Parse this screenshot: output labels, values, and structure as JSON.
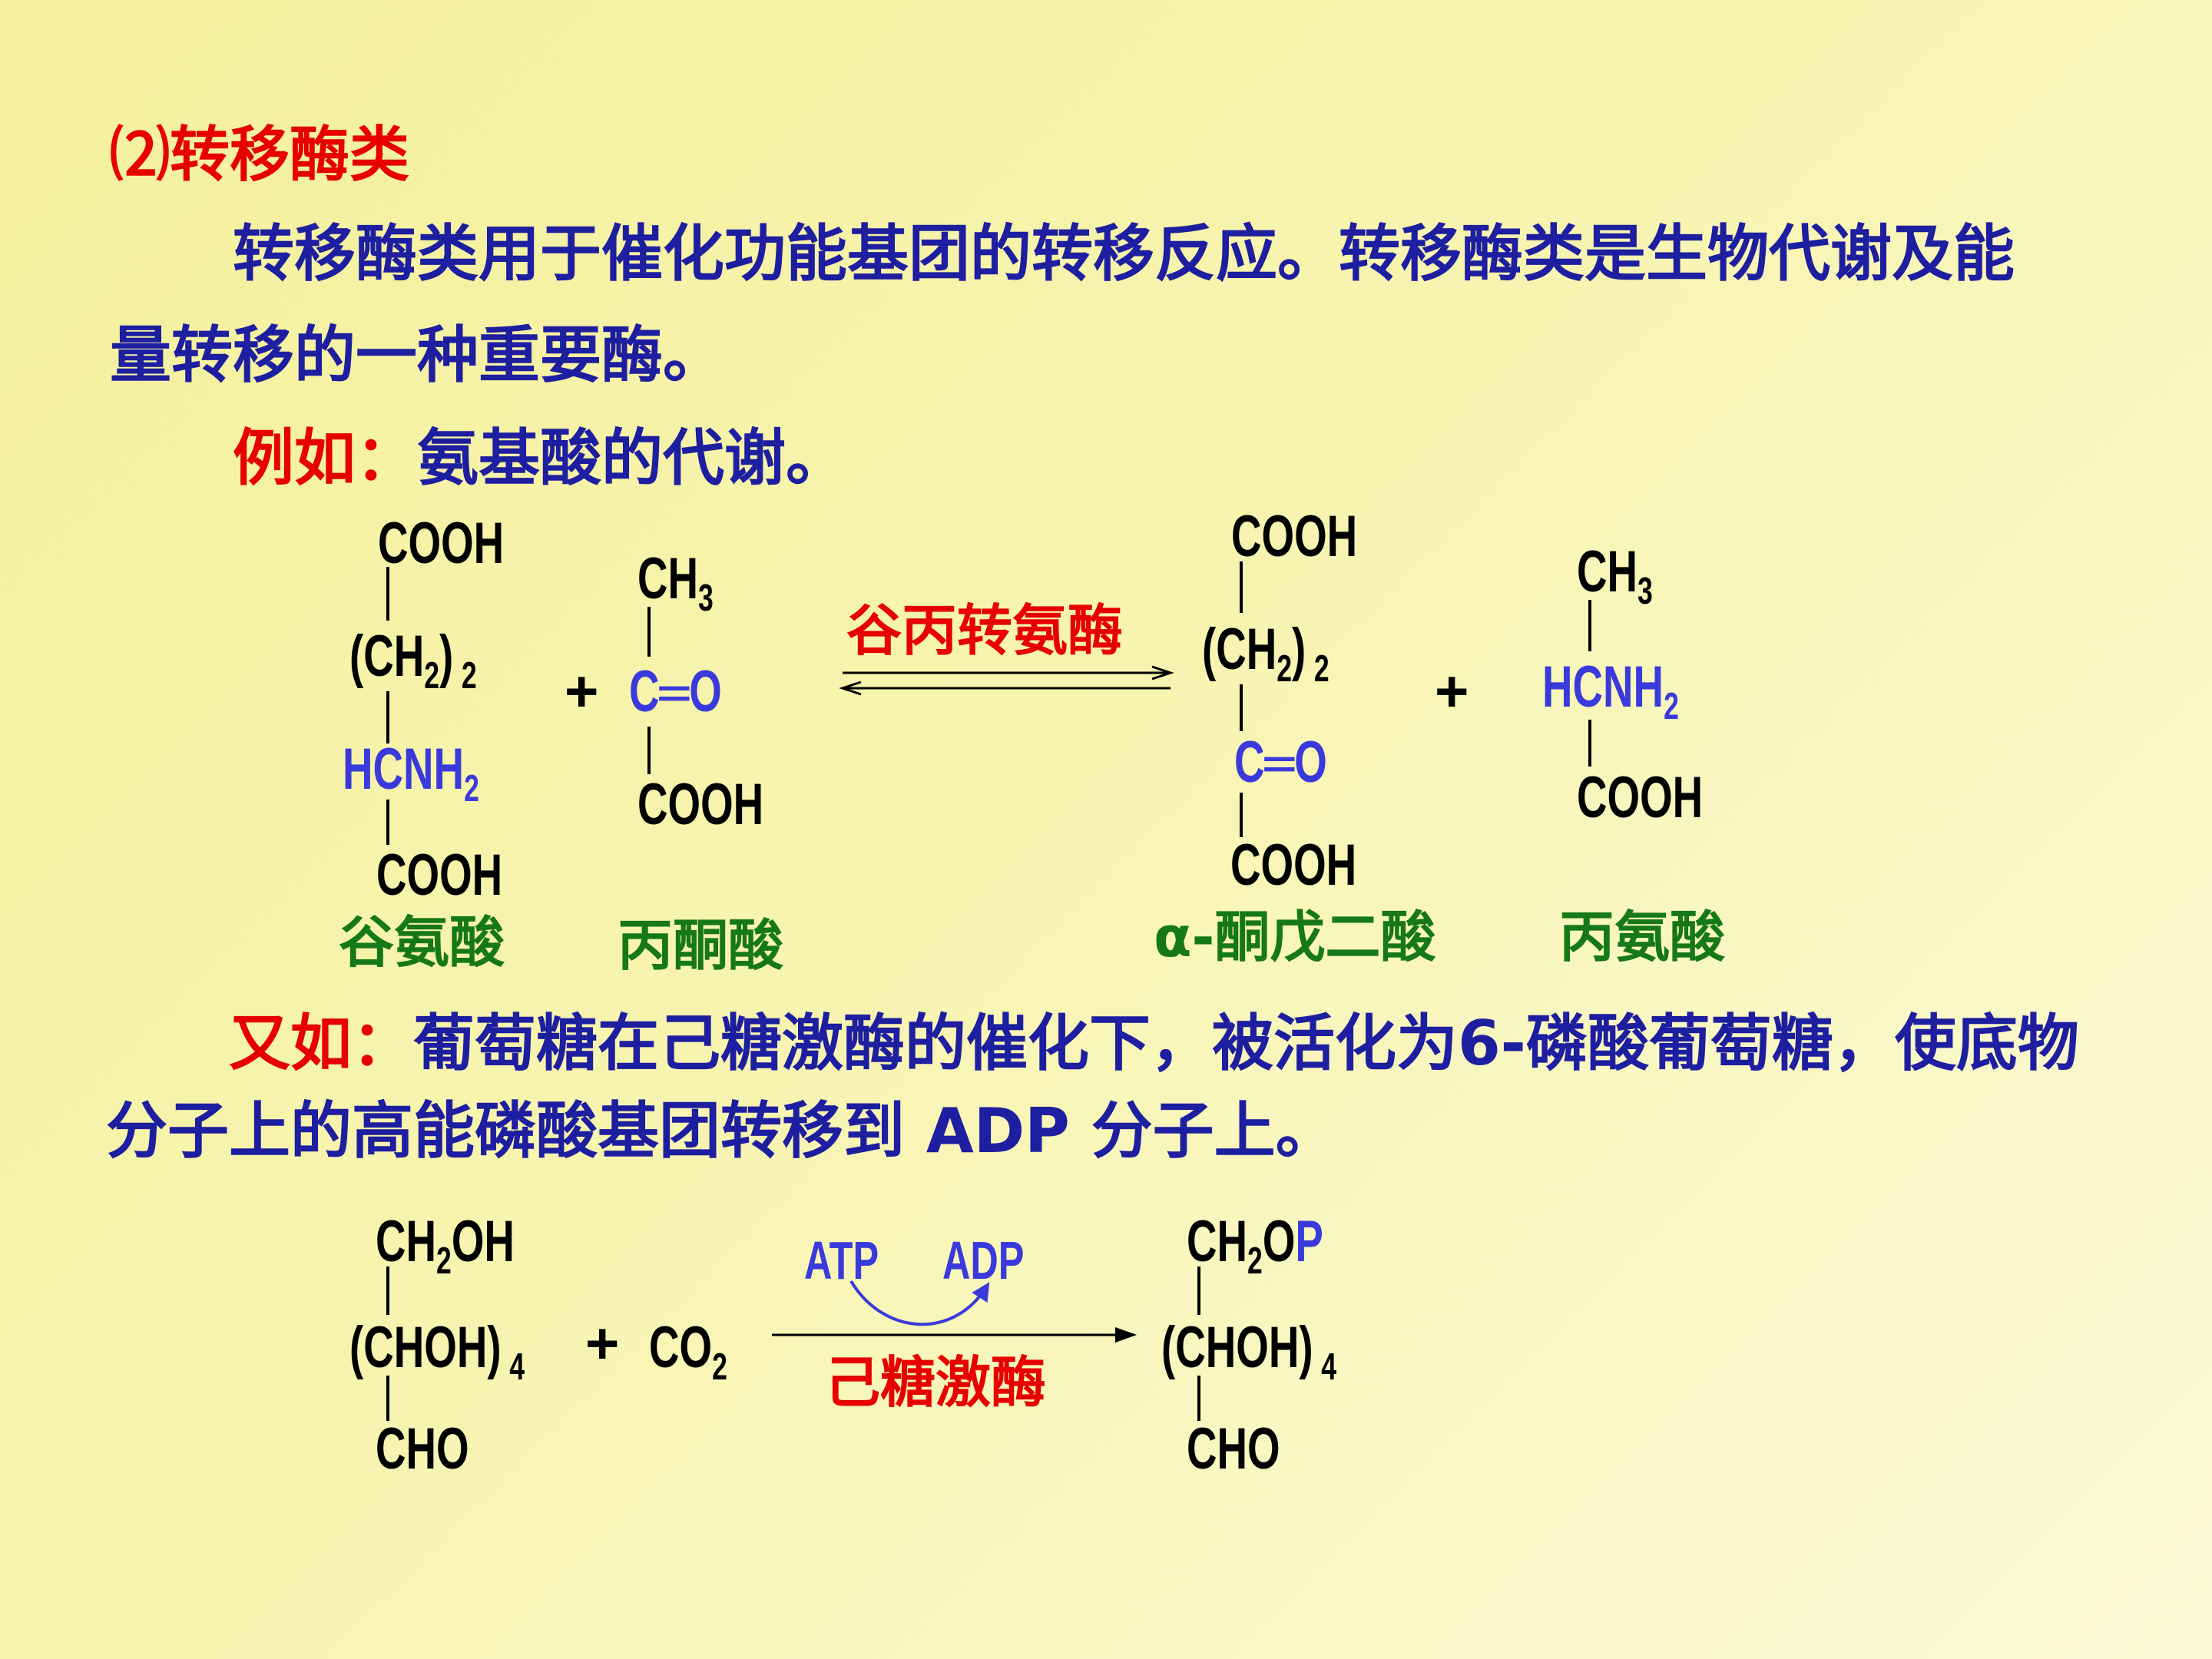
{
  "slide": {
    "heading": "⑵转移酶类",
    "intro_line1": "转移酶类用于催化功能基团的转移反应。转移酶类是生物代谢及能",
    "intro_line2": "量转移的一种重要酶。",
    "example1_label": "例如：",
    "example1_text": "氨基酸的代谢。",
    "example2_label": "又如：",
    "example2_line1": "葡萄糖在己糖激酶的催化下，被活化为6-磷酸葡萄糖，使底物",
    "example2_line2": "分子上的高能磷酸基团转移到 ADP 分子上。"
  },
  "reaction1": {
    "enzyme": "谷丙转氨酶",
    "plus": "+",
    "glutamate": {
      "name": "谷氨酸",
      "top": "COOH",
      "chain": [
        "(CH",
        "2",
        ")",
        "2"
      ],
      "amine": [
        "HCNH",
        "2"
      ],
      "bottom": "COOH"
    },
    "pyruvate": {
      "name": "丙酮酸",
      "top": [
        "CH",
        "3"
      ],
      "carbonyl": [
        "C",
        "═",
        "O"
      ],
      "bottom": "COOH"
    },
    "ketoglutarate": {
      "name": "α-酮戊二酸",
      "top": "COOH",
      "chain": [
        "(CH",
        "2",
        ")",
        "2"
      ],
      "carbonyl": [
        "C",
        "═",
        "O"
      ],
      "bottom": "COOH"
    },
    "alanine": {
      "name": "丙氨酸",
      "top": [
        "CH",
        "3"
      ],
      "amine": [
        "HCNH",
        "2"
      ],
      "bottom": "COOH"
    }
  },
  "reaction2": {
    "enzyme": "己糖激酶",
    "plus": "+",
    "cofactor_in": "ATP",
    "cofactor_out": "ADP",
    "glucose": {
      "top": [
        "CH",
        "2",
        "OH"
      ],
      "chain": [
        "(CHOH)",
        "4"
      ],
      "bottom": "CHO"
    },
    "co2": [
      "CO",
      "2"
    ],
    "product": {
      "top": [
        "CH",
        "2",
        "O",
        "P"
      ],
      "chain": [
        "(CHOH)",
        "4"
      ],
      "bottom": "CHO"
    }
  },
  "colors": {
    "red": "#e60000",
    "blue": "#1e1ea0",
    "green": "#167816",
    "formula_blue": "#3a3adc",
    "black": "#000000",
    "bg_top": "#f4f09c",
    "bg_bottom": "#fbfbd8"
  }
}
